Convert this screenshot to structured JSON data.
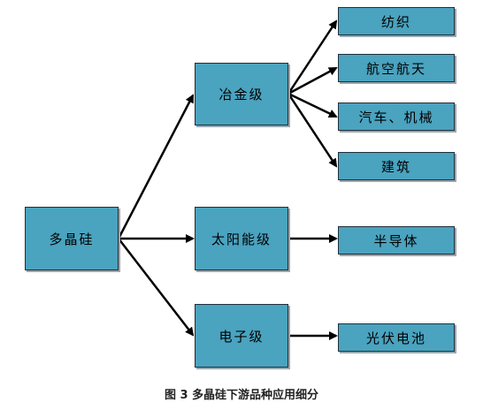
{
  "nodes": {
    "root": "多晶硅",
    "metallurgical": "冶金级",
    "solar": "太阳能级",
    "electronic": "电子级",
    "textile": "纺织",
    "aerospace": "航空航天",
    "automotive": "汽车、机械",
    "construction": "建筑",
    "semiconductor": "半导体",
    "photovoltaic": "光伏电池"
  },
  "caption": "图 3  多晶硅下游品种应用细分",
  "colors": {
    "box_fill": "#4aa3bf",
    "box_border": "#1f2f3a",
    "arrow": "#000000"
  }
}
